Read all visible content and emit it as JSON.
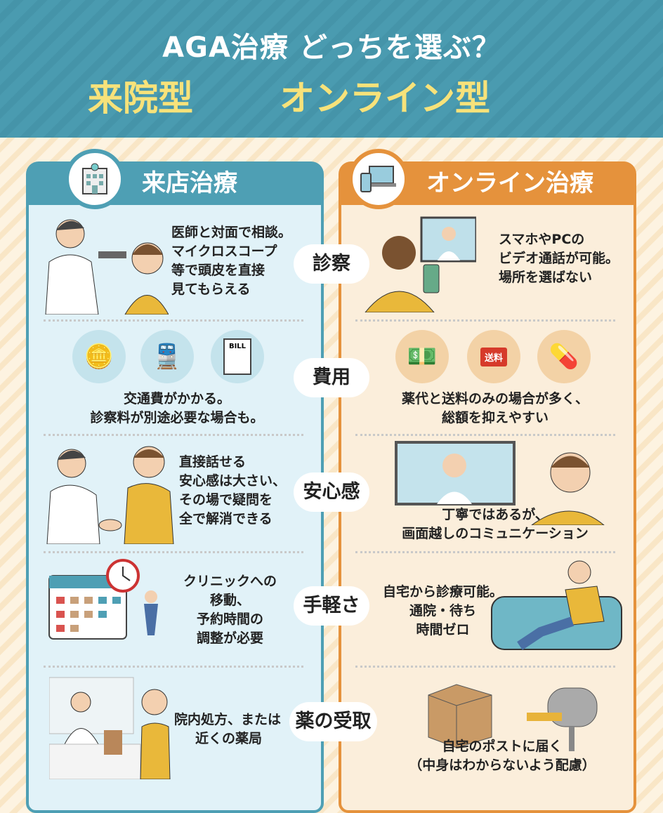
{
  "header": {
    "title": "AGA治療 どっちを選ぶ？",
    "option_left": "来院型",
    "option_right": "オンライン型"
  },
  "left": {
    "heading": "来店治療",
    "icon": "hospital-icon"
  },
  "right": {
    "heading": "オンライン治療",
    "icon": "devices-icon"
  },
  "rows": [
    {
      "label": "診察",
      "left": [
        "医師と対面で相談。",
        "マイクロスコープ",
        "等で頭皮を直接",
        "見てもらえる"
      ],
      "right": [
        "スマホやPCの",
        "ビデオ通話が可能。",
        "場所を選ばない"
      ]
    },
    {
      "label": "費用",
      "left": [
        "交通費がかかる。",
        "診察料が別途必要な場合も。"
      ],
      "right": [
        "薬代と送料のみの場合が多く、",
        "総額を抑えやすい"
      ],
      "bill_text": "BILL",
      "truck_text": "送料"
    },
    {
      "label": "安心感",
      "left": [
        "直接話せる",
        "安心感は大さい、",
        "その場で疑問を",
        "全で解消できる"
      ],
      "right": [
        "丁寧ではあるが、",
        "画面越しのコミュニケーション"
      ]
    },
    {
      "label": "手軽さ",
      "left": [
        "クリニックへの",
        "移動、",
        "予約時間の",
        "調整が必要"
      ],
      "right": [
        "自宅から診療可能。",
        "通院・待ち",
        "時間ゼロ"
      ]
    },
    {
      "label": "薬の受取",
      "left": [
        "院内処方、または",
        "近くの薬局"
      ],
      "right": [
        "自宅のポストに届く",
        "（中身はわからないよう配慮）"
      ]
    }
  ],
  "colors": {
    "teal": "#4e9fb4",
    "orange": "#e5923c",
    "yellow": "#f7e27a"
  }
}
